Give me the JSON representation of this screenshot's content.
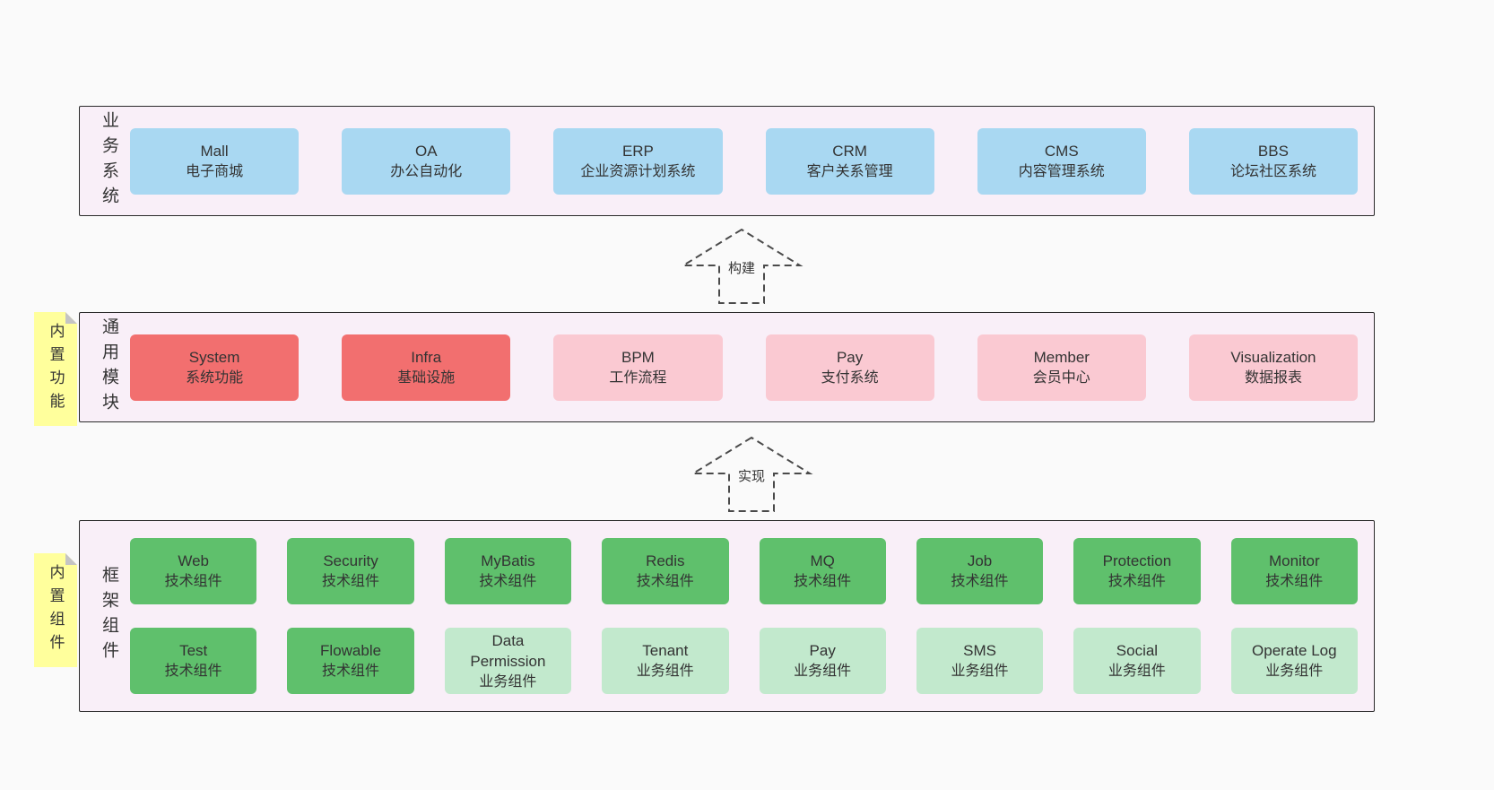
{
  "layers": {
    "business": {
      "label": "业务系统",
      "items": [
        {
          "name": "Mall",
          "desc": "电子商城"
        },
        {
          "name": "OA",
          "desc": "办公自动化"
        },
        {
          "name": "ERP",
          "desc": "企业资源计划系统"
        },
        {
          "name": "CRM",
          "desc": "客户关系管理"
        },
        {
          "name": "CMS",
          "desc": "内容管理系统"
        },
        {
          "name": "BBS",
          "desc": "论坛社区系统"
        }
      ]
    },
    "modules": {
      "label": "通用模块",
      "sticky": "内置功能",
      "items": [
        {
          "name": "System",
          "desc": "系统功能"
        },
        {
          "name": "Infra",
          "desc": "基础设施"
        },
        {
          "name": "BPM",
          "desc": "工作流程"
        },
        {
          "name": "Pay",
          "desc": "支付系统"
        },
        {
          "name": "Member",
          "desc": "会员中心"
        },
        {
          "name": "Visualization",
          "desc": "数据报表"
        }
      ]
    },
    "framework": {
      "label": "框架组件",
      "sticky": "内置组件",
      "row1": [
        {
          "name": "Web",
          "desc": "技术组件"
        },
        {
          "name": "Security",
          "desc": "技术组件"
        },
        {
          "name": "MyBatis",
          "desc": "技术组件"
        },
        {
          "name": "Redis",
          "desc": "技术组件"
        },
        {
          "name": "MQ",
          "desc": "技术组件"
        },
        {
          "name": "Job",
          "desc": "技术组件"
        },
        {
          "name": "Protection",
          "desc": "技术组件"
        },
        {
          "name": "Monitor",
          "desc": "技术组件"
        }
      ],
      "row2": [
        {
          "name": "Test",
          "desc": "技术组件"
        },
        {
          "name": "Flowable",
          "desc": "技术组件"
        },
        {
          "name": "Data Permission",
          "desc": "业务组件"
        },
        {
          "name": "Tenant",
          "desc": "业务组件"
        },
        {
          "name": "Pay",
          "desc": "业务组件"
        },
        {
          "name": "SMS",
          "desc": "业务组件"
        },
        {
          "name": "Social",
          "desc": "业务组件"
        },
        {
          "name": "Operate Log",
          "desc": "业务组件"
        }
      ]
    }
  },
  "arrows": {
    "build": {
      "label": "构建"
    },
    "implement": {
      "label": "实现"
    }
  },
  "colors": {
    "pagebg": "#fafafa",
    "layerbg": "#f9eff8",
    "stickybg": "#ffff9c",
    "blue": "#a9d8f2",
    "red": "#f26f6f",
    "pink": "#fac9d2",
    "green": "#5fc06c",
    "lightgreen": "#c2e9cd"
  }
}
